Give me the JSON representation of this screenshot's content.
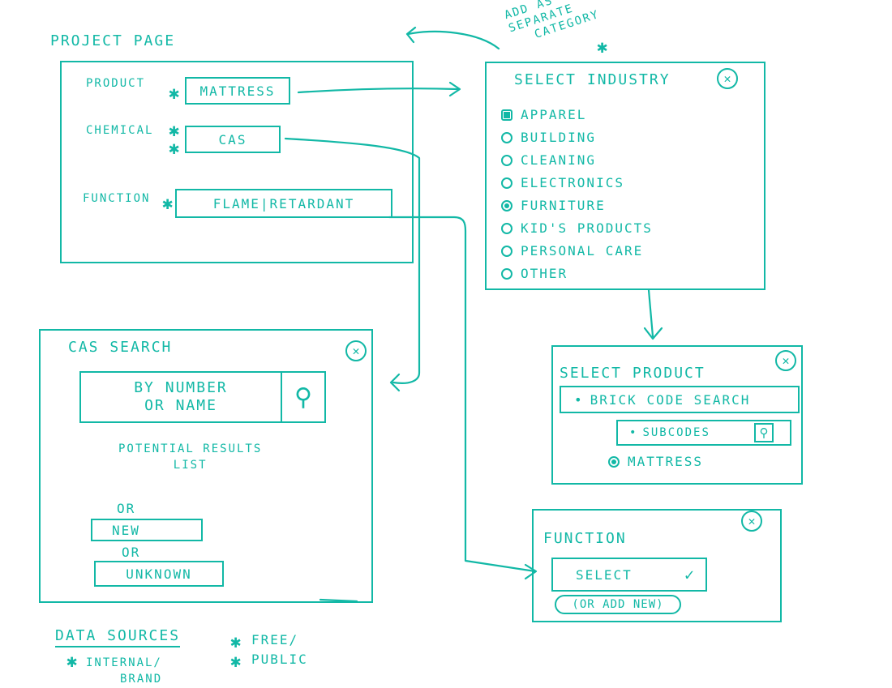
{
  "project_page": {
    "title": "PROJECT PAGE",
    "product_label": "PRODUCT",
    "product_value": "MATTRESS",
    "chemical_label": "CHEMICAL",
    "chemical_value": "CAS",
    "function_label": "FUNCTION",
    "function_value": "FLAME|RETARDANT"
  },
  "note": {
    "line1": "ADD AS",
    "line2": "SEPARATE",
    "line3": "CATEGORY"
  },
  "select_industry": {
    "title": "SELECT INDUSTRY",
    "options": [
      {
        "label": "APPAREL",
        "state": "checked"
      },
      {
        "label": "BUILDING",
        "state": "empty"
      },
      {
        "label": "CLEANING",
        "state": "empty"
      },
      {
        "label": "ELECTRONICS",
        "state": "empty"
      },
      {
        "label": "FURNITURE",
        "state": "selected"
      },
      {
        "label": "KID'S PRODUCTS",
        "state": "empty"
      },
      {
        "label": "PERSONAL CARE",
        "state": "empty"
      },
      {
        "label": "OTHER",
        "state": "empty"
      }
    ]
  },
  "select_product": {
    "title": "SELECT PRODUCT",
    "brick_search": "BRICK CODE SEARCH",
    "subcodes": "SUBCODES",
    "result": "MATTRESS"
  },
  "cas_search": {
    "title": "CAS SEARCH",
    "input_line1": "BY NUMBER",
    "input_line2": "OR NAME",
    "results_line1": "POTENTIAL RESULTS",
    "results_line2": "LIST",
    "or1": "OR",
    "new_button": "NEW",
    "or2": "OR",
    "unknown_button": "UNKNOWN"
  },
  "function_panel": {
    "title": "FUNCTION",
    "select_label": "SELECT",
    "add_new": "(OR ADD NEW)"
  },
  "data_sources": {
    "title": "DATA SOURCES",
    "internal_line1": "INTERNAL/",
    "internal_line2": "BRAND",
    "free_line1": "FREE/",
    "free_line2": "PUBLIC"
  },
  "colors": {
    "ink": "#12b8a6",
    "paper": "#ffffff"
  }
}
